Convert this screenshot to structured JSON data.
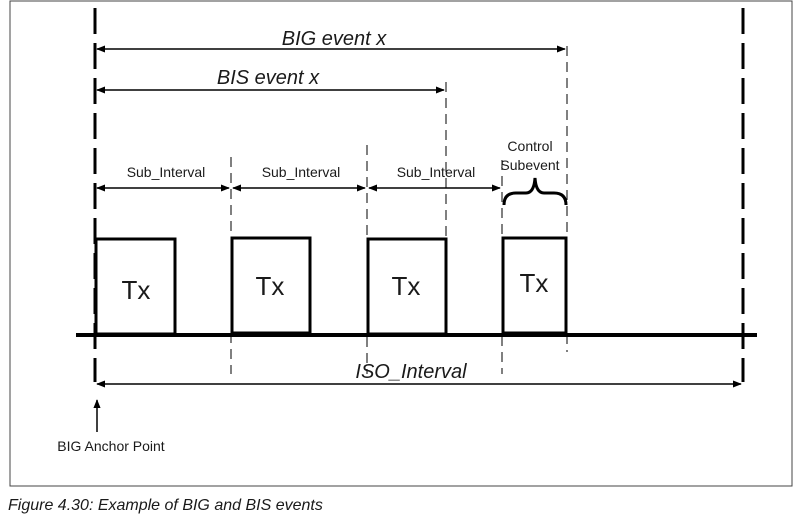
{
  "diagram": {
    "big_event_label": "BIG event x",
    "bis_event_label": "BIS event x",
    "sub_interval_label": "Sub_Interval",
    "control_subevent_line1": "Control",
    "control_subevent_line2": "Subevent",
    "tx_label": "Tx",
    "iso_interval_label": "ISO_Interval",
    "anchor_label": "BIG Anchor Point"
  },
  "caption": "Figure 4.30:  Example of BIG and BIS events"
}
